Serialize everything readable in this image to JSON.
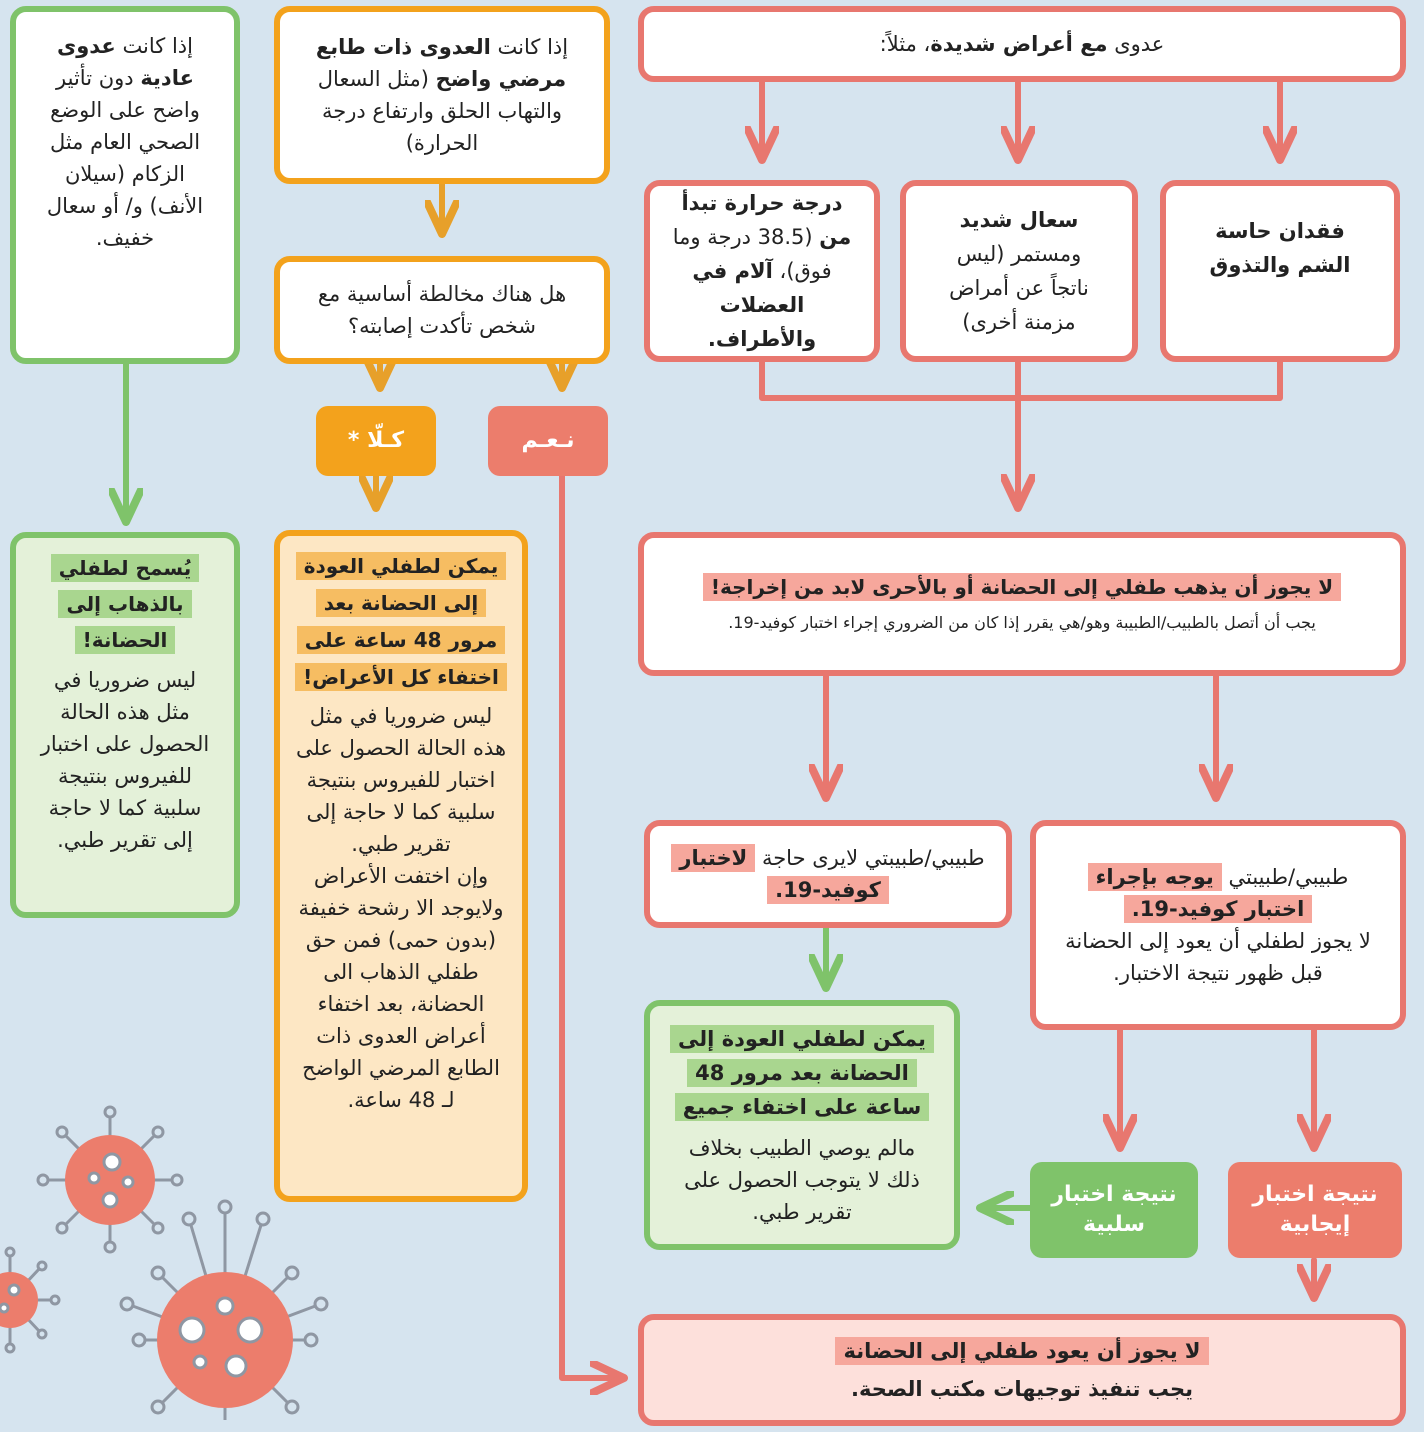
{
  "colors": {
    "background": "#d6e4ef",
    "red": "#e8776f",
    "orange": "#f3a21c",
    "green": "#7fc36a"
  },
  "severe": {
    "intro_a": "عدوى ",
    "intro_b": "مع أعراض شديدة",
    "intro_c": "، مثلاً:",
    "smell": "فقدان حاسة الشم والتذوق",
    "cough_b": "سعال شديد",
    "cough_r": " ومستمر (ليس ناتجاً عن أمراض مزمنة أخرى)",
    "fever_b1": "درجة حرارة تبدأ من",
    "fever_r": " (38.5 درجة وما فوق)، ",
    "fever_b2": "آلام في العضلات والأطراف."
  },
  "stay_home": {
    "title": "لا يجوز أن يذهب طفلي إلى الحضانة أو بالأحرى لابد من إخراجة!",
    "text": "يجب أن أتصل بالطبيب/الطبيبة وهو/هي يقرر إذا كان من الضروري إجراء اختبار كوفيد-19."
  },
  "no_test": {
    "text_a": "طبيبي/طبيبتي لايرى حاجة ",
    "text_b": "لاختبار كوفيد-19."
  },
  "test": {
    "text_a": "طبيبي/طبيبتي ",
    "text_b": "يوجه بإجراء اختبار كوفيد-19.",
    "text_c": "لا يجوز لطفلي أن يعود إلى الحضانة قبل ظهور نتيجة الاختبار."
  },
  "result_positive": "نتيجة اختبار إيجابية",
  "result_negative": "نتيجة اختبار سلبية",
  "return_green": {
    "title": "يمكن لطفلي العودة إلى الحضانة بعد مرور 48 ساعة على اختفاء جميع",
    "text": "مالم يوصي الطبيب بخلاف ذلك لا يتوجب الحصول على تقرير طبي."
  },
  "final": {
    "title": "لا يجوز أن يعود طفلي إلى الحضانة",
    "text": "يجب تنفيذ توجيهات مكتب الصحة."
  },
  "clear": {
    "a": "إذا كانت ",
    "b": "العدوى ذات طابع مرضي واضح",
    "c": " (مثل السعال والتهاب الحلق وارتفاع درجة الحرارة)"
  },
  "contact": "هل هناك مخالطة أساسية مع شخص تأكدت إصابته؟",
  "yes": "نـعـم",
  "no": "كـلّا *",
  "orange_result": {
    "title": "يمكن لطفلي العودة إلى الحضانة بعد مرور 48 ساعة على اختفاء كل الأعراض!",
    "text1": "ليس ضروريا في مثل هذه الحالة الحصول على اختبار للفيروس بنتيجة سلبية كما لا حاجة إلى تقرير طبي.",
    "text2": "وإن اختفت الأعراض ولايوجد الا رشحة خفيفة (بدون حمى) فمن حق طفلي الذهاب الى الحضانة، بعد اختفاء أعراض العدوى ذات الطابع المرضي الواضح لـ 48 ساعة."
  },
  "mild": {
    "a": "إذا كانت ",
    "b": "عدوى عادية",
    "c": " دون تأثير واضح على الوضع الصحي العام مثل الزكام (سيلان الأنف) و/ أو سعال خفيف."
  },
  "green_result": {
    "title": "يُسمح لطفلي بالذهاب إلى الحضانة!",
    "text": "ليس ضروريا في مثل هذه الحالة الحصول على اختبار للفيروس بنتيجة سلبية كما لا حاجة إلى تقرير طبي."
  }
}
